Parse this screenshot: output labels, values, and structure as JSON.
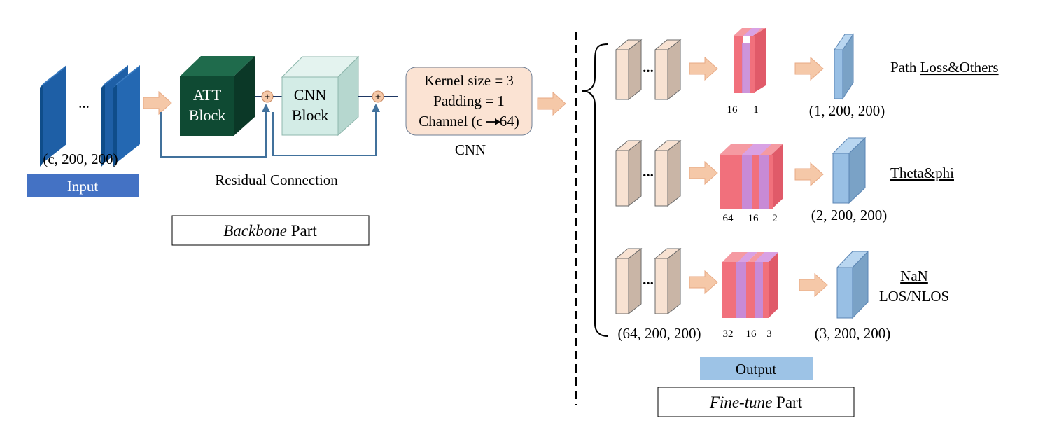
{
  "input": {
    "dims": "(c, 200, 200)",
    "ellipsis": "...",
    "label": "Input"
  },
  "backbone": {
    "att_line1": "ATT",
    "att_line2": "Block",
    "cnn_line1": "CNN",
    "cnn_line2": "Block",
    "plus_symbol": "+",
    "residual_label": "Residual Connection",
    "part_label_italic": "Backbone",
    "part_label_rest": " Part"
  },
  "cnn_box": {
    "line1": "Kernel size = 3",
    "line2": "Padding = 1",
    "line3": "Channel (c",
    "line3_end": "64)",
    "caption": "CNN"
  },
  "heads": [
    {
      "ellipsis": "...",
      "channel_labels": [
        "16",
        "1"
      ],
      "output_dims": "(1, 200, 200)",
      "task_label_part1": "Path ",
      "task_label_part2": "Loss&Others"
    },
    {
      "ellipsis": "...",
      "channel_labels": [
        "64",
        "16",
        "2"
      ],
      "output_dims": "(2, 200, 200)",
      "task_label": "Theta&phi"
    },
    {
      "ellipsis": "...",
      "channel_labels": [
        "32",
        "16",
        "3"
      ],
      "output_dims": "(3, 200, 200)",
      "task_label_line1": "NaN",
      "task_label_line2": "LOS/NLOS",
      "feature_dims": "(64, 200, 200)"
    }
  ],
  "output": {
    "label": "Output"
  },
  "finetune": {
    "part_label_italic": "Fine-tune",
    "part_label_rest": " Part"
  },
  "colors": {
    "input_blue": "#1e5fa6",
    "att_green": "#0f4a33",
    "cnn_mint": "#d3ece6",
    "arrow_peach": "#f5c8a8",
    "feature_beige": "#f8e2d2",
    "feature_side": "#c9b5a6",
    "red_layer": "#f1707c",
    "purple_layer": "#c88ad6",
    "out_blue": "#98bfe4",
    "input_label_bg": "#4472c4",
    "output_label_bg": "#9dc3e6",
    "residual_line": "#41719c"
  }
}
